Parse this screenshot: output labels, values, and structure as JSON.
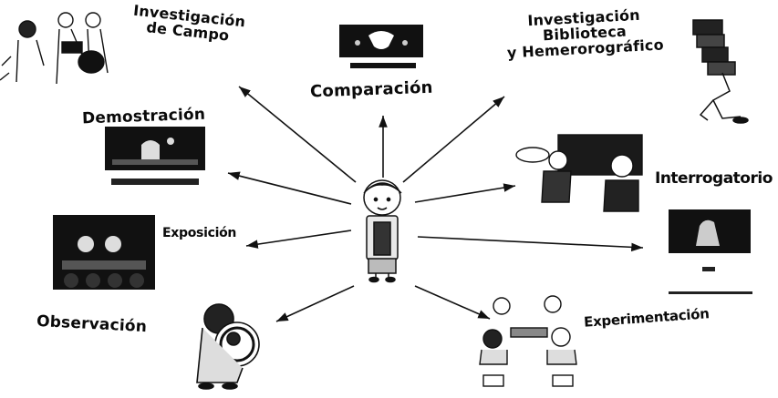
{
  "center": {
    "icon": "student-figure-icon"
  },
  "methods": [
    {
      "id": "investigacion-campo",
      "label_line1": "Investigación",
      "label_line2": "de Campo",
      "icon": "field-research-people-icon"
    },
    {
      "id": "comparacion",
      "label": "Comparación",
      "icon": "comparison-screen-icon"
    },
    {
      "id": "investigacion-biblioteca",
      "label_line1": "Investigación",
      "label_line2": "Biblioteca",
      "label_line3": "y Hemerorográfico",
      "icon": "person-carrying-books-icon"
    },
    {
      "id": "demostracion",
      "label": "Demostración",
      "icon": "demonstration-board-icon"
    },
    {
      "id": "interrogatorio",
      "label": "Interrogatorio",
      "icon": "teacher-blackboard-icon"
    },
    {
      "id": "exposicion",
      "label": "Exposición",
      "icon": "exposition-stage-icon"
    },
    {
      "id": "observacion",
      "label": "Observación",
      "icon": "magnifying-glass-child-icon"
    },
    {
      "id": "experimentacion",
      "label": "Experimentación",
      "icon": "children-experimenting-icon"
    }
  ],
  "colors": {
    "arrow": "#111111",
    "ink": "#0a0a0a",
    "background": "#ffffff"
  }
}
